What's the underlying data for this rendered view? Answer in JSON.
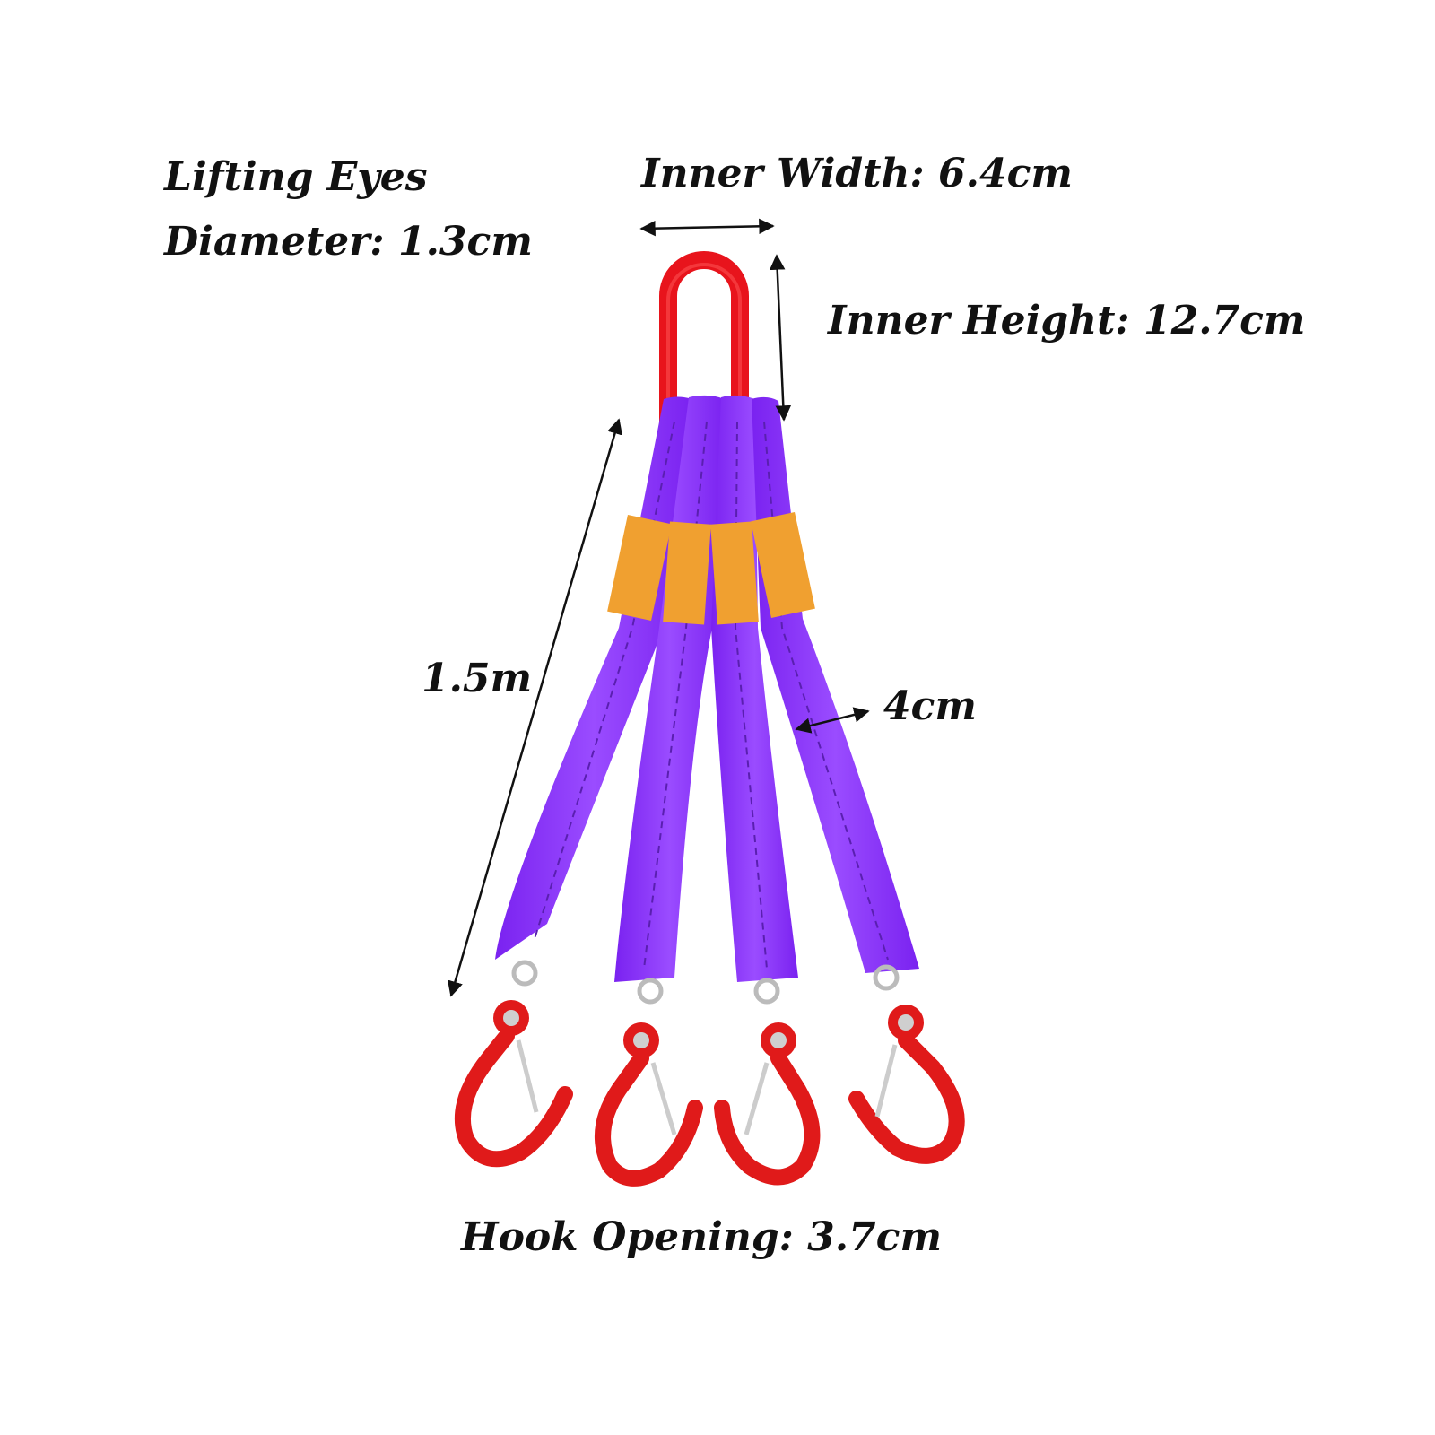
{
  "labels": {
    "lifting_eyes": "Lifting Eyes",
    "diameter": "Diameter: 1.3cm",
    "inner_width": "Inner Width: 6.4cm",
    "inner_height": "Inner Height: 12.7cm",
    "length": "1.5m",
    "strap_width": "4cm",
    "hook_opening": "Hook Opening: 3.7cm"
  },
  "colors": {
    "strap": "#8a36ff",
    "strap_shadow": "#6f1fe0",
    "ring": "#e8141c",
    "hook": "#e01a1a",
    "tag": "#f0a030",
    "arrow": "#111111",
    "background": "#ffffff"
  }
}
